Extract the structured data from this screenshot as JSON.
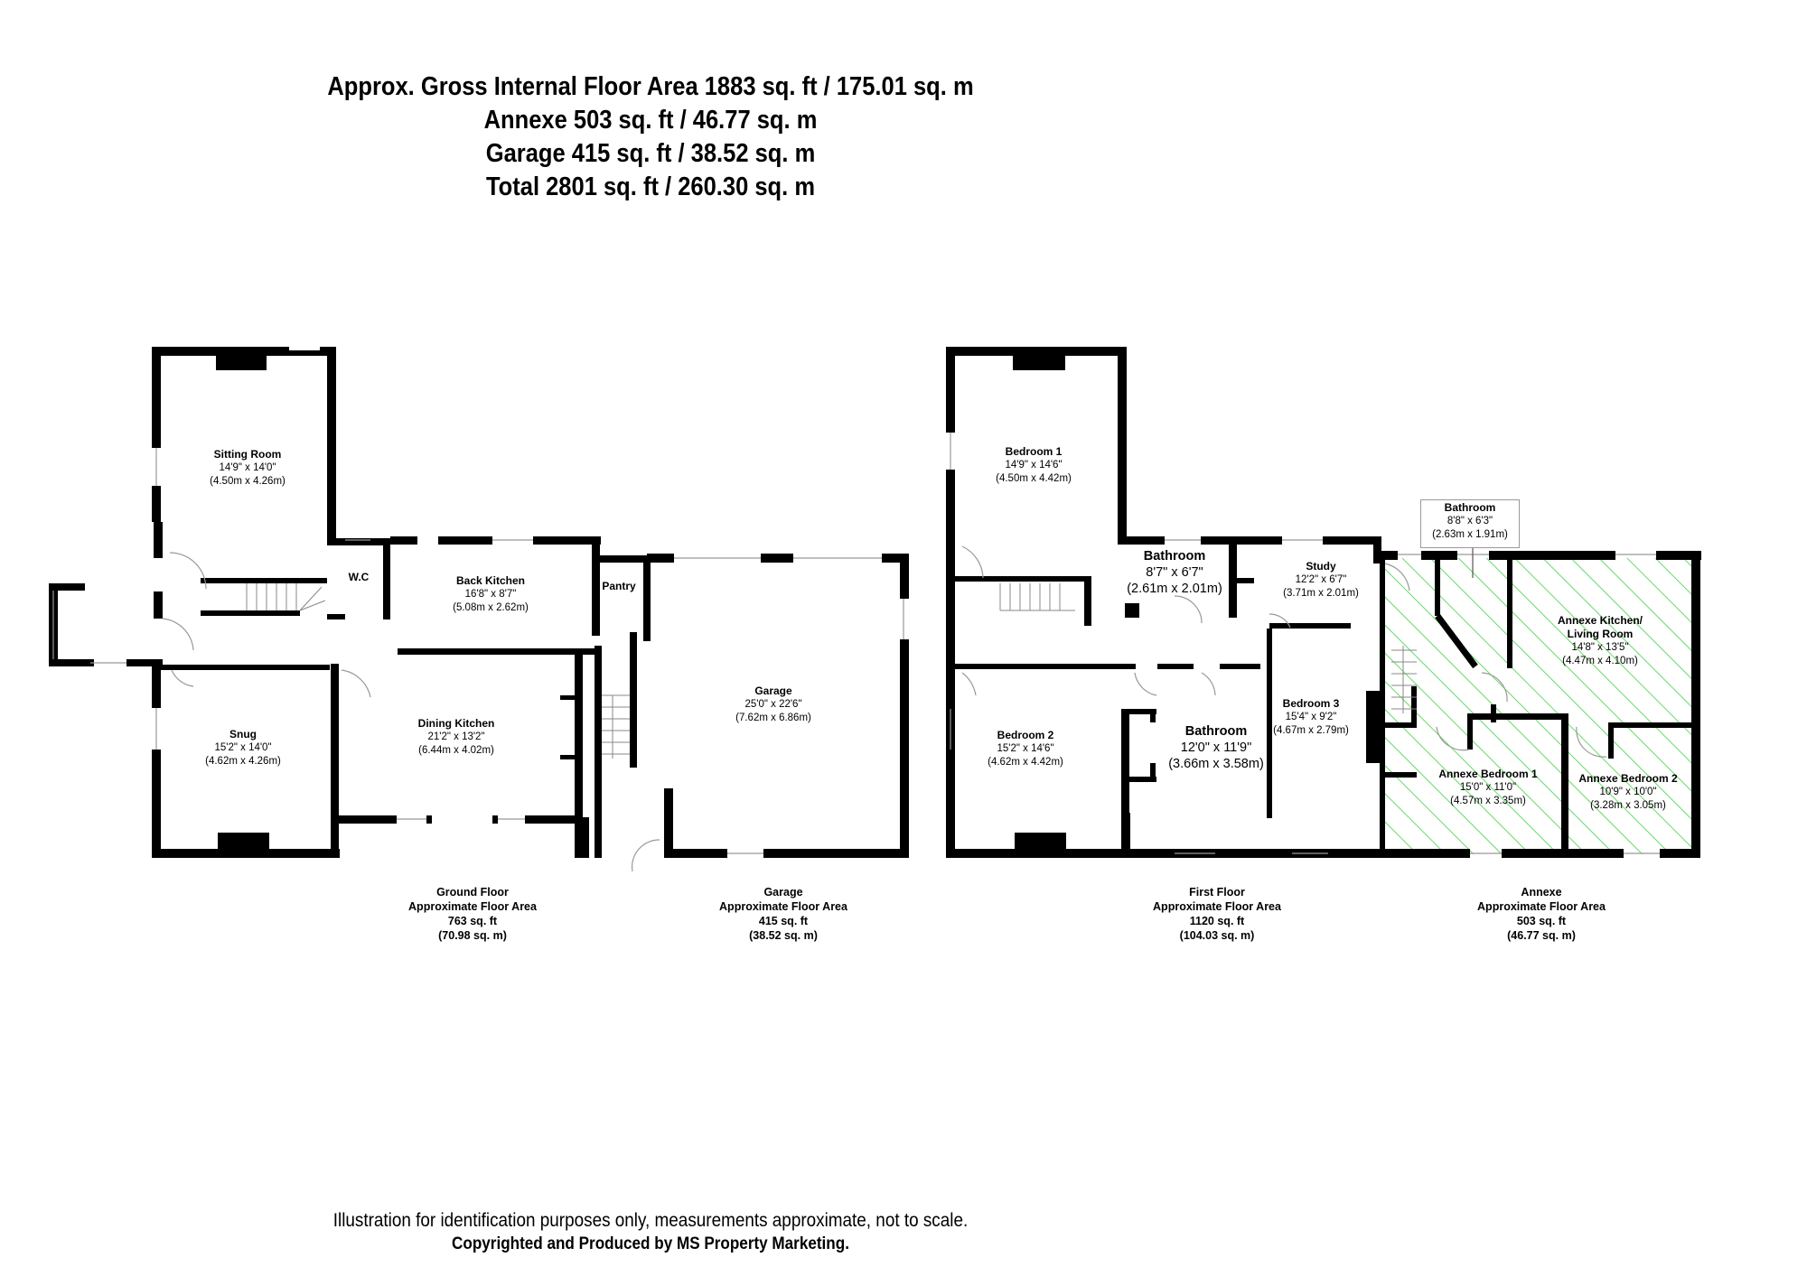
{
  "header": {
    "line1": "Approx. Gross Internal Floor Area 1883 sq. ft / 175.01 sq. m",
    "line2": "Annexe 503 sq. ft / 46.77 sq. m",
    "line3": "Garage 415 sq. ft / 38.52 sq. m",
    "line4": "Total 2801 sq. ft / 260.30 sq. m"
  },
  "colors": {
    "wall": "#000000",
    "annexe_hatch": "#3fd13f",
    "window": "#bbbbbb",
    "callout_border": "#999999"
  },
  "rooms": {
    "sitting_room": {
      "name": "Sitting Room",
      "imperial": "14'9\" x 14'0\"",
      "metric": "(4.50m x 4.26m)"
    },
    "wc": {
      "name": "W.C"
    },
    "back_kitchen": {
      "name": "Back Kitchen",
      "imperial": "16'8\" x 8'7\"",
      "metric": "(5.08m x 2.62m)"
    },
    "pantry": {
      "name": "Pantry"
    },
    "snug": {
      "name": "Snug",
      "imperial": "15'2\" x 14'0\"",
      "metric": "(4.62m x 4.26m)"
    },
    "dining_kitchen": {
      "name": "Dining Kitchen",
      "imperial": "21'2\" x 13'2\"",
      "metric": "(6.44m x 4.02m)"
    },
    "garage": {
      "name": "Garage",
      "imperial": "25'0\" x 22'6\"",
      "metric": "(7.62m x 6.86m)"
    },
    "bedroom_1": {
      "name": "Bedroom 1",
      "imperial": "14'9\" x 14'6\"",
      "metric": "(4.50m x 4.42m)"
    },
    "bathroom_small": {
      "name": "Bathroom",
      "imperial": "8'7\" x 6'7\"",
      "metric": "(2.61m x 2.01m)"
    },
    "study": {
      "name": "Study",
      "imperial": "12'2\" x 6'7\"",
      "metric": "(3.71m x 2.01m)"
    },
    "bedroom_2": {
      "name": "Bedroom 2",
      "imperial": "15'2\" x 14'6\"",
      "metric": "(4.62m x 4.42m)"
    },
    "bathroom_main": {
      "name": "Bathroom",
      "imperial": "12'0\" x 11'9\"",
      "metric": "(3.66m x 3.58m)"
    },
    "bedroom_3": {
      "name": "Bedroom 3",
      "imperial": "15'4\" x 9'2\"",
      "metric": "(4.67m x 2.79m)"
    },
    "annexe_bathroom": {
      "name": "Bathroom",
      "imperial": "8'8\" x 6'3\"",
      "metric": "(2.63m x 1.91m)"
    },
    "annexe_kitchen_living": {
      "name_line1": "Annexe Kitchen/",
      "name_line2": "Living Room",
      "imperial": "14'8\" x 13'5\"",
      "metric": "(4.47m x 4.10m)"
    },
    "annexe_bedroom_1": {
      "name": "Annexe Bedroom 1",
      "imperial": "15'0\" x 11'0\"",
      "metric": "(4.57m x 3.35m)"
    },
    "annexe_bedroom_2": {
      "name": "Annexe Bedroom 2",
      "imperial": "10'9\" x 10'0\"",
      "metric": "(3.28m x 3.05m)"
    }
  },
  "floor_areas": [
    {
      "title": "Ground Floor",
      "subtitle": "Approximate Floor Area",
      "sqft": "763 sq. ft",
      "sqm": "(70.98 sq. m)"
    },
    {
      "title": "Garage",
      "subtitle": "Approximate Floor Area",
      "sqft": "415 sq. ft",
      "sqm": "(38.52 sq. m)"
    },
    {
      "title": "First Floor",
      "subtitle": "Approximate Floor Area",
      "sqft": "1120 sq. ft",
      "sqm": "(104.03 sq. m)"
    },
    {
      "title": "Annexe",
      "subtitle": "Approximate Floor Area",
      "sqft": "503 sq. ft",
      "sqm": "(46.77 sq. m)"
    }
  ],
  "footer": {
    "disclaimer": "Illustration for identification purposes only, measurements approximate, not to scale.",
    "copyright": "Copyrighted  and Produced by MS Property Marketing."
  }
}
